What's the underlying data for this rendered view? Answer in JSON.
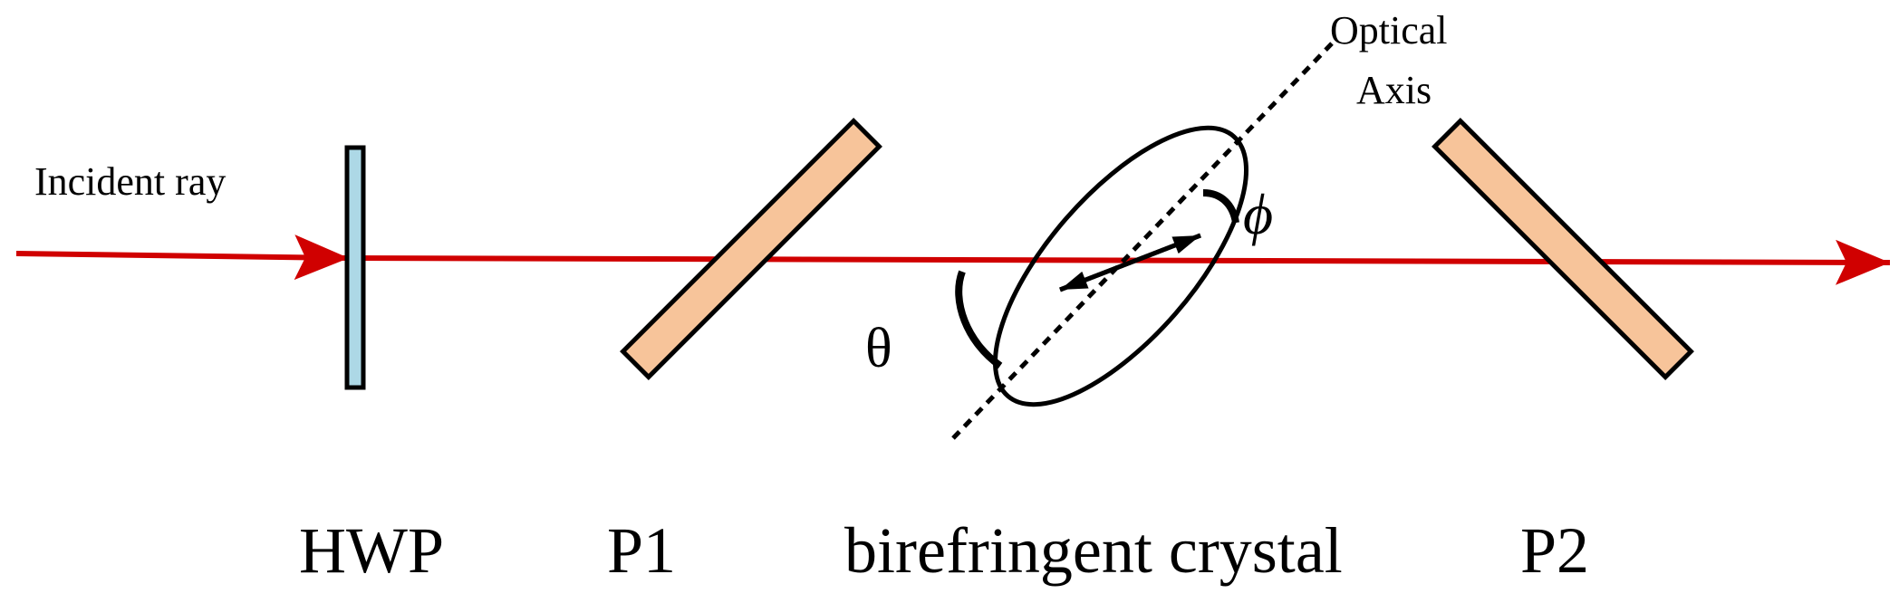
{
  "diagram": {
    "incident_ray_label": "Incident ray",
    "optical_axis_label_line1": "Optical",
    "optical_axis_label_line2": "Axis",
    "theta_symbol": "θ",
    "phi_symbol": "ϕ",
    "bottom_labels": {
      "hwp": "HWP",
      "p1": "P1",
      "birefringent_crystal": "birefringent crystal",
      "p2": "P2"
    },
    "colors": {
      "ray": "#d00000",
      "hwp_fill": "#add8e6",
      "polarizer_fill": "#f7c49a",
      "stroke": "#000000"
    }
  }
}
